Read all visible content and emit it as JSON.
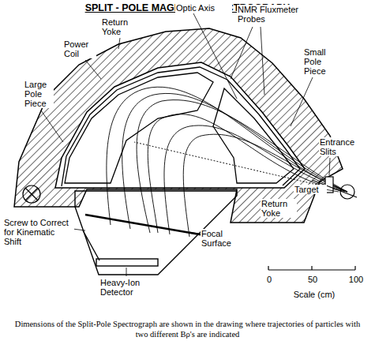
{
  "diagram": {
    "title": "SPLIT - POLE MAGNETIC SPECTROGRAPH",
    "caption": "Dimensions of the Split-Pole Spectrograph are shown in the drawing where trajectories of particles with two different Bρ's are indicated",
    "labels": [
      "Return Yoke",
      "Optic Axis",
      "NMR Fluxmeter Probes",
      "Power Coil",
      "Small Pole Piece",
      "Large Pole Piece",
      "Entrance Slits",
      "Target",
      "Return Yoke",
      "Screw to Correct for Kinematic Shift",
      "Focal Surface",
      "Heavy-Ion Detector",
      "0",
      "50",
      "100",
      "Scale (cm)"
    ]
  }
}
